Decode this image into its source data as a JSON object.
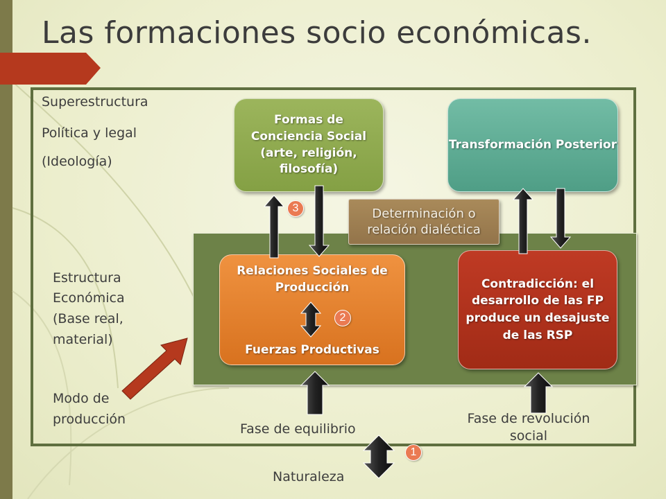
{
  "title": "Las formaciones socio económicas.",
  "superestructura": {
    "line1": "Superestructura",
    "line2": "Política y legal",
    "line3": "(Ideología)"
  },
  "estructura": {
    "line1": "Estructura",
    "line2": "Económica",
    "line3": "(Base real,",
    "line4": "material)"
  },
  "modo": {
    "line1": "Modo de",
    "line2": "producción"
  },
  "boxes": {
    "formas": "Formas de Conciencia Social (arte, religión, filosofía)",
    "transformacion": "Transformación Posterior",
    "determinacion": "Determinación o relación dialéctica",
    "relaciones": "Relaciones Sociales de Producción",
    "fuerzas": "Fuerzas Productivas",
    "contradiccion": "Contradicción: el desarrollo de las FP produce un desajuste de las RSP"
  },
  "phases": {
    "equilibrio": "Fase de equilibrio",
    "revolucion": "Fase de revolución social",
    "naturaleza": "Naturaleza"
  },
  "badges": {
    "one": "1",
    "two": "2",
    "three": "3"
  },
  "colors": {
    "frame": "#5f6f3f",
    "base_area": "#6d8248",
    "green_box": "#8ea94c",
    "teal_box": "#5fae96",
    "brown_box": "#9e7f51",
    "orange_box": "#e3812e",
    "red_box": "#b0321c",
    "badge": "#ea7a52",
    "accent_arrow": "#b5391e"
  }
}
